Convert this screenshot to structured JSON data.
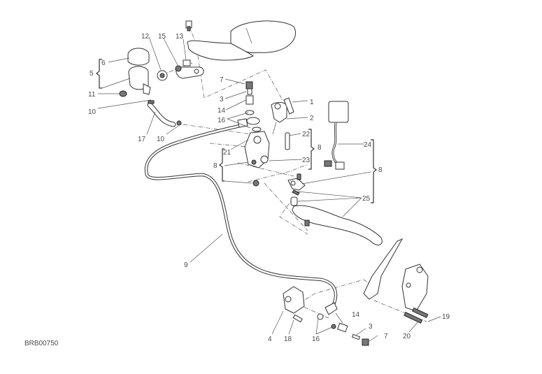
{
  "diagram": {
    "code": "BRB00750",
    "callouts": [
      {
        "id": "c12",
        "text": "12"
      },
      {
        "id": "c15",
        "text": "15"
      },
      {
        "id": "c13",
        "text": "13"
      },
      {
        "id": "c6",
        "text": "6"
      },
      {
        "id": "c5",
        "text": "5"
      },
      {
        "id": "c11",
        "text": "11"
      },
      {
        "id": "c10a",
        "text": "10"
      },
      {
        "id": "c17",
        "text": "17"
      },
      {
        "id": "c10b",
        "text": "10"
      },
      {
        "id": "c7a",
        "text": "7"
      },
      {
        "id": "c3a",
        "text": "3"
      },
      {
        "id": "c14a",
        "text": "14"
      },
      {
        "id": "c16a",
        "text": "16"
      },
      {
        "id": "c1",
        "text": "1"
      },
      {
        "id": "c2",
        "text": "2"
      },
      {
        "id": "c22",
        "text": "22"
      },
      {
        "id": "c21",
        "text": "21"
      },
      {
        "id": "c8a",
        "text": "8"
      },
      {
        "id": "c23",
        "text": "23"
      },
      {
        "id": "c8b",
        "text": "8"
      },
      {
        "id": "c24",
        "text": "24"
      },
      {
        "id": "c8c",
        "text": "8"
      },
      {
        "id": "c25",
        "text": "25"
      },
      {
        "id": "c9",
        "text": "9"
      },
      {
        "id": "c19",
        "text": "19"
      },
      {
        "id": "c20",
        "text": "20"
      },
      {
        "id": "c4",
        "text": "4"
      },
      {
        "id": "c18",
        "text": "18"
      },
      {
        "id": "c16b",
        "text": "16"
      },
      {
        "id": "c14b",
        "text": "14"
      },
      {
        "id": "c3b",
        "text": "3"
      },
      {
        "id": "c7b",
        "text": "7"
      }
    ]
  }
}
